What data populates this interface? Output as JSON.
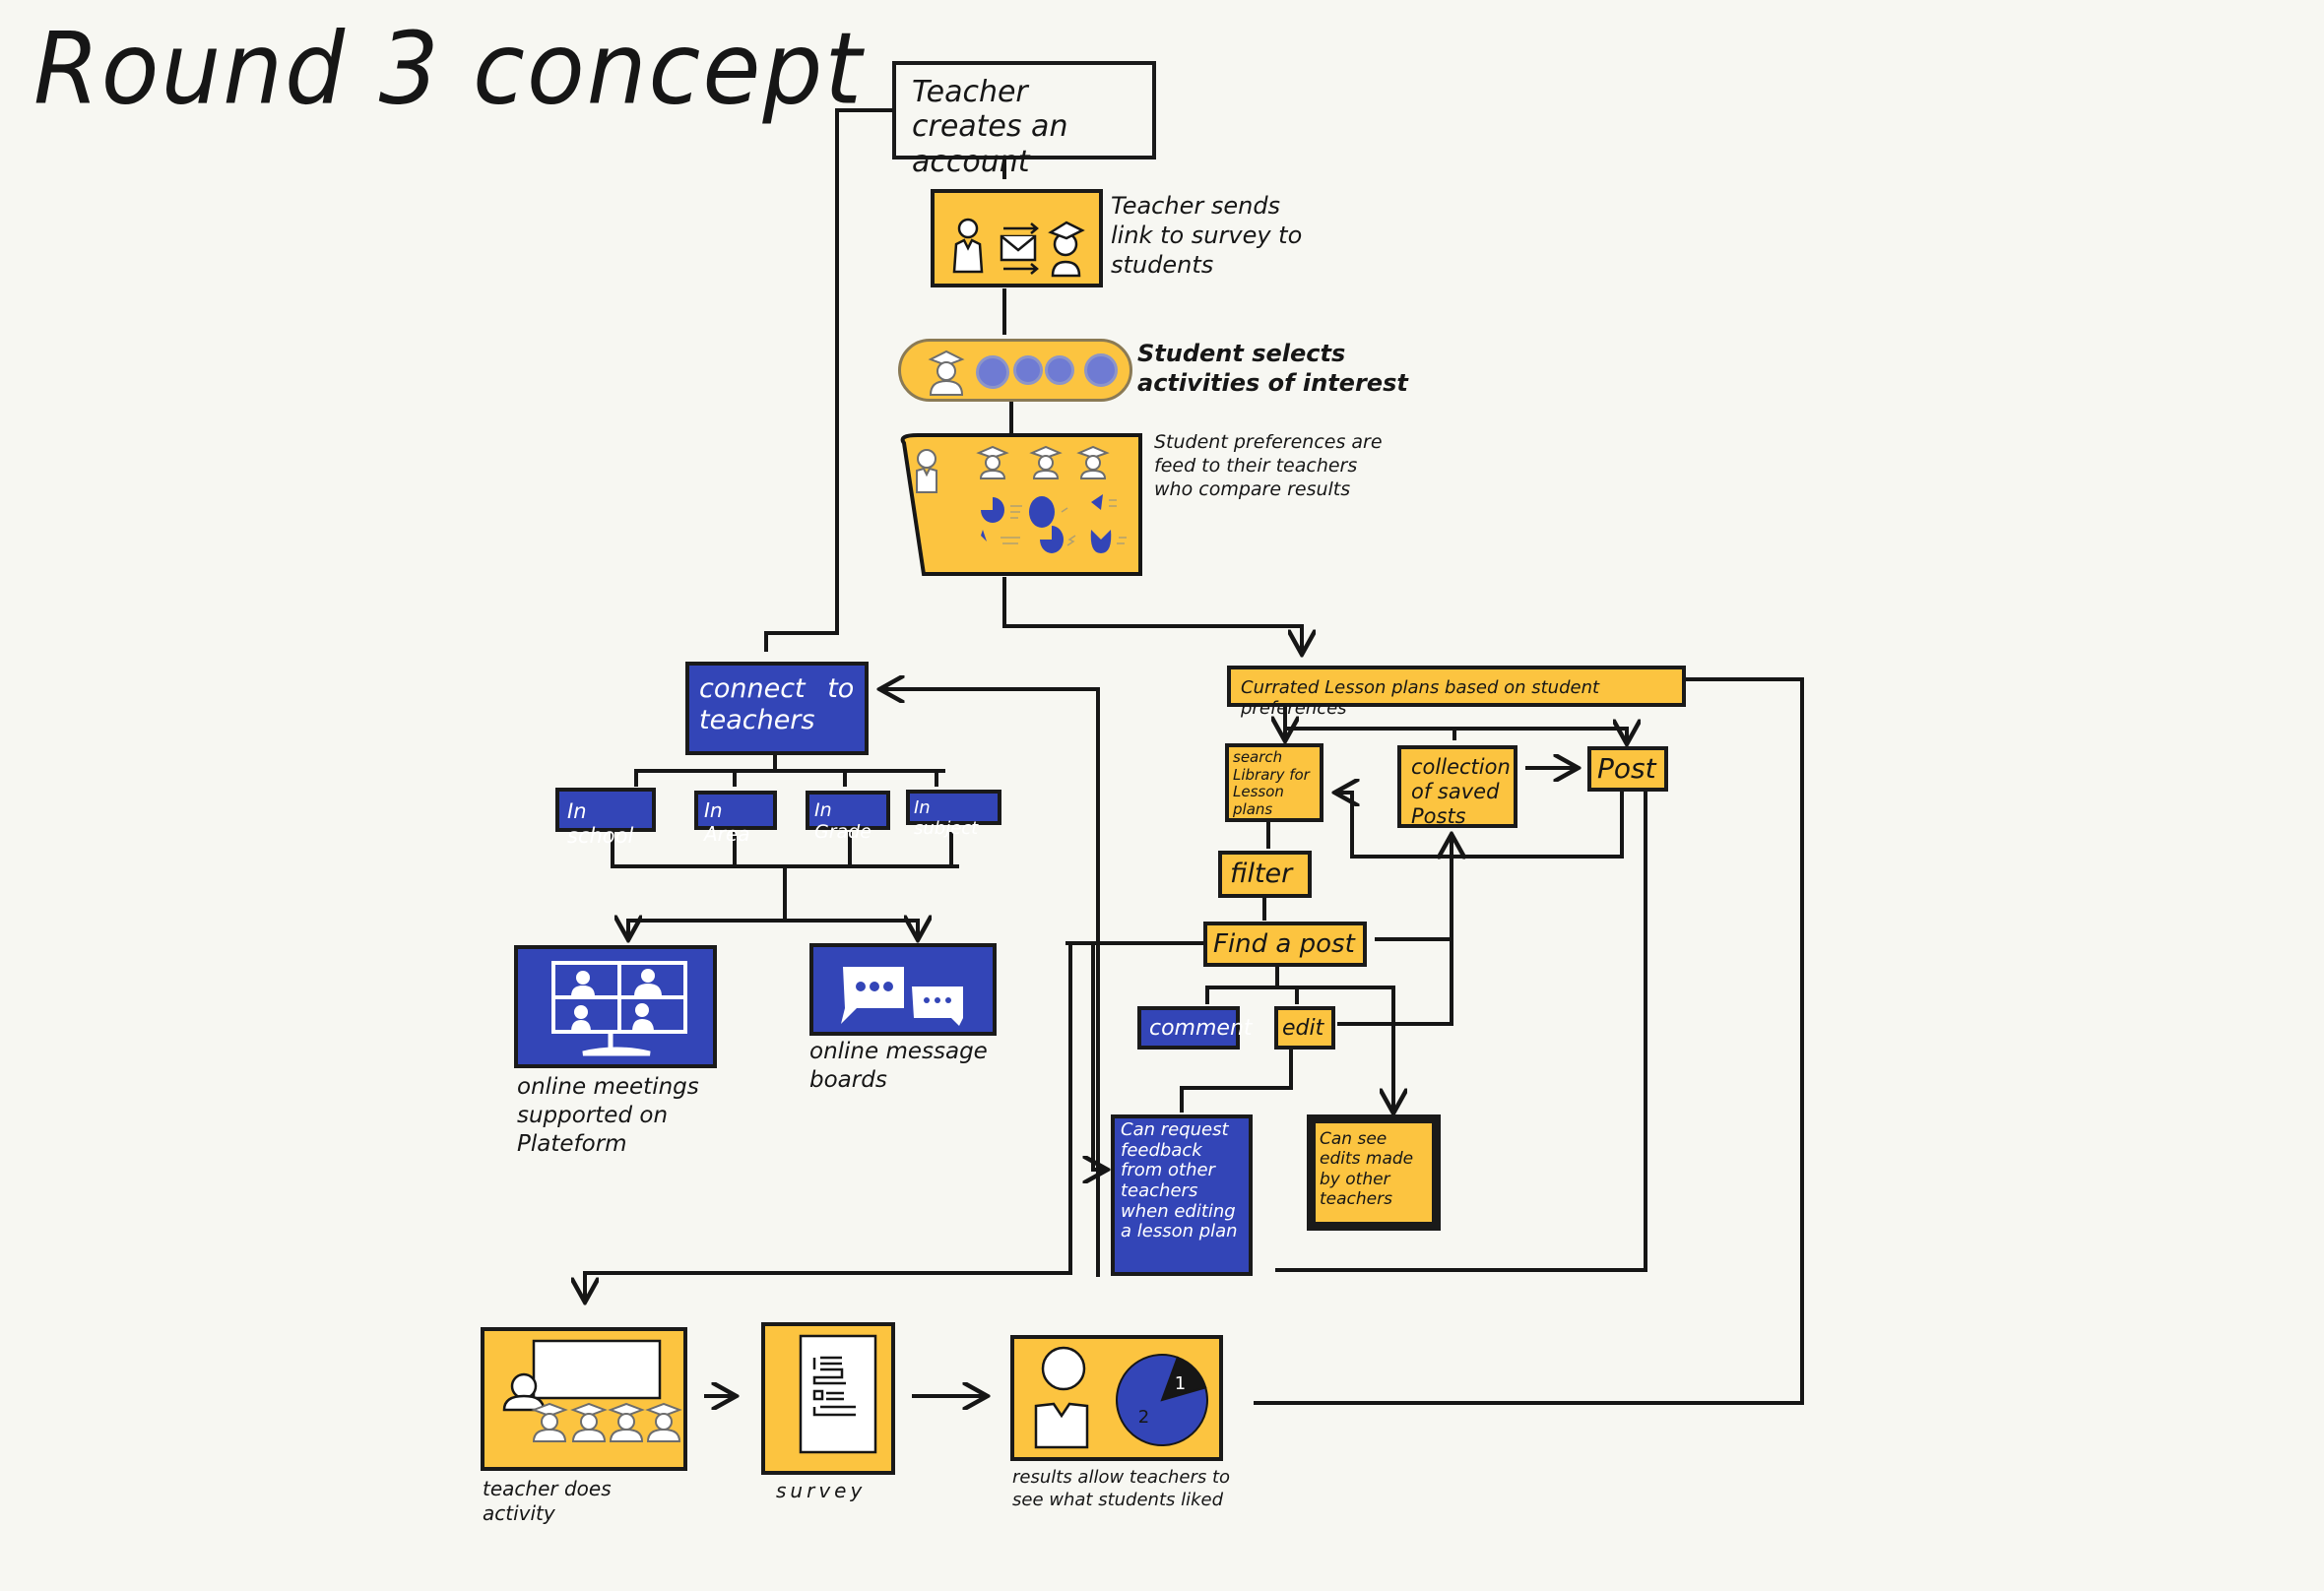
{
  "title": "Round 3 concept",
  "colors": {
    "background": "#f7f7f2",
    "yellow": "#fcc440",
    "blue": "#3345b7",
    "ink": "#161616",
    "white": "#ffffff"
  },
  "top_flow": {
    "create_account": "Teacher creates an account",
    "send_link": {
      "label": "Teacher sends link to survey to students",
      "icons": [
        "teacher-icon",
        "envelope-icon",
        "arrow-right-icon",
        "student-icon"
      ]
    },
    "select_activities": {
      "label": "Student selects activities of interest",
      "icons": [
        "student-icon",
        "activity-icon",
        "activity-icon",
        "activity-icon",
        "activity-icon"
      ]
    },
    "preferences": {
      "label": "Student preferences are feed to their teachers who compare results",
      "icons": [
        "teacher-icon",
        "student-icon",
        "student-icon",
        "student-icon",
        "pie-chart-icon"
      ]
    }
  },
  "connect": {
    "main": "connect to teachers",
    "filters": [
      "In school",
      "In Area",
      "In Grade",
      "In subject"
    ],
    "options": [
      {
        "label": "online meetings supported on Plateform",
        "icon": "video-meeting-icon"
      },
      {
        "label": "online message boards",
        "icon": "chat-bubbles-icon"
      }
    ]
  },
  "lesson": {
    "curated": "Currated Lesson plans based on student preferences",
    "search": "search Library for Lesson plans",
    "collection": "collection of saved Posts",
    "post": "Post",
    "filter": "filter",
    "find": "Find a post",
    "comment": "comment",
    "edit": "edit",
    "request_feedback": "Can request feedback from other teachers when editing a lesson plan",
    "see_edits": "Can see edits made by other teachers"
  },
  "bottom_flow": [
    {
      "label": "teacher does activity",
      "icon": "classroom-icon"
    },
    {
      "label": "survey",
      "icon": "survey-form-icon"
    },
    {
      "label": "results allow teachers to see what students liked",
      "icon": "results-pie-icon"
    }
  ],
  "results_pie": {
    "slices": [
      {
        "label": "1",
        "fraction": 0.15,
        "color": "#161616"
      },
      {
        "label": "2",
        "fraction": 0.85,
        "color": "#3345b7"
      }
    ]
  }
}
